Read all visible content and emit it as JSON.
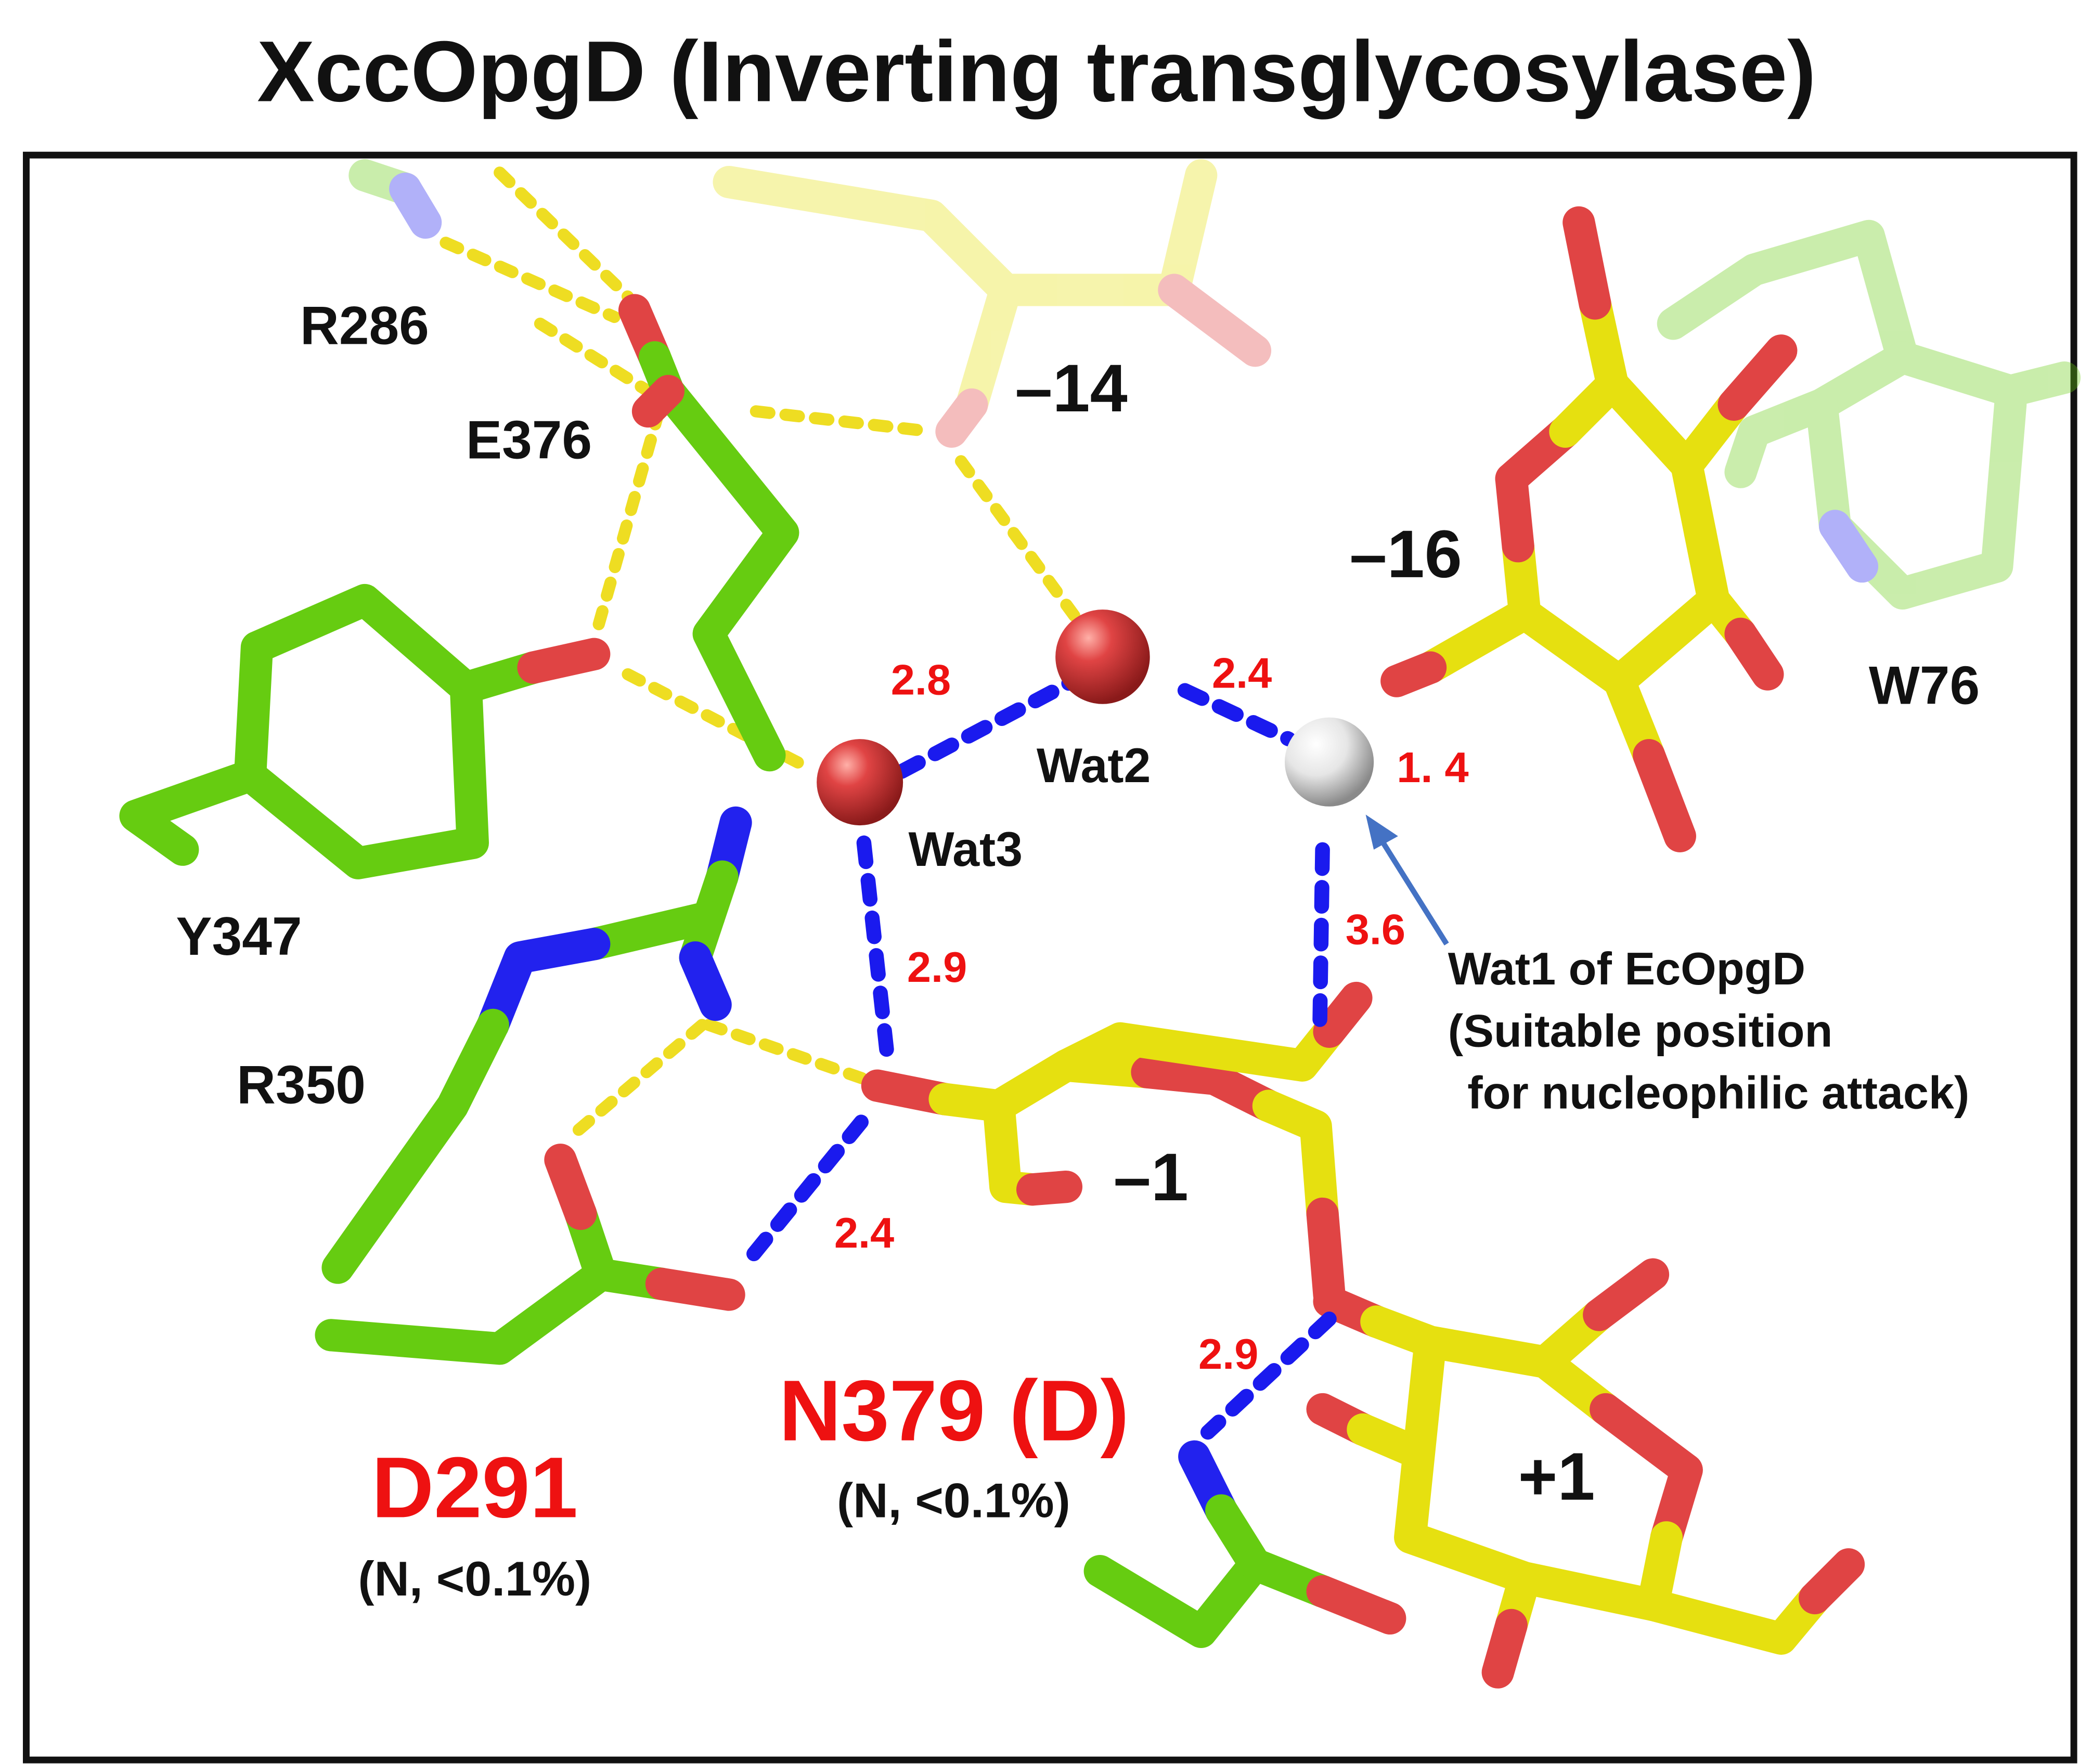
{
  "title": "XccOpgD (Inverting transglycosylase)",
  "residues": {
    "r286": "R286",
    "e376": "E376",
    "y347": "Y347",
    "r350": "R350",
    "w76": "W76",
    "d291": "D291",
    "d291_note": "(N, <0.1%)",
    "n379": "N379 (D)",
    "n379_note": "(N, <0.1%)"
  },
  "subsites": {
    "m14": "–14",
    "m16": "–16",
    "m1": "–1",
    "p1": "+1"
  },
  "waters": {
    "wat2": "Wat2",
    "wat3": "Wat3"
  },
  "distances": {
    "d_wat3_wat2": "2.8",
    "d_wat2_wat1": "2.4",
    "d_wat1_o": "1. 4",
    "d_wat1_c1": "3.6",
    "d_wat3_o": "2.9",
    "d_d291": "2.4",
    "d_n379": "2.9"
  },
  "annotation": {
    "line1": "Wat1 of EcOpgD",
    "line2": "(Suitable position",
    "line3": " for nucleophilic attack)"
  },
  "colors": {
    "carbon_protein": "#66cc11",
    "carbon_sugar": "#e6e010",
    "oxygen": "#e04444",
    "nitrogen": "#2222ee",
    "label_red": "#ee1111",
    "arrow": "#4472c4"
  }
}
